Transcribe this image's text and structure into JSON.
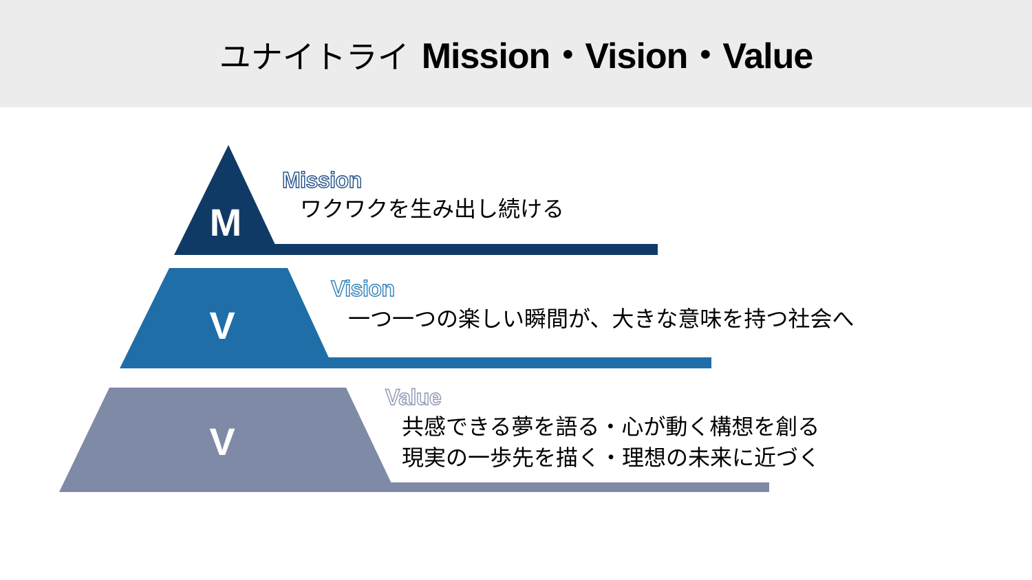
{
  "header": {
    "title_ja": "ユナイトライ",
    "title_en": "Mission・Vision・Value"
  },
  "colors": {
    "header_bg": "#ececec",
    "mission": "#0f3a66",
    "vision": "#1f6ea8",
    "value": "#7f8aa6"
  },
  "levels": [
    {
      "letter": "M",
      "label": "Mission",
      "lines": [
        "ワクワクを生み出し続ける"
      ]
    },
    {
      "letter": "V",
      "label": "Vision",
      "lines": [
        "一つ一つの楽しい瞬間が、大きな意味を持つ社会へ"
      ]
    },
    {
      "letter": "V",
      "label": "Value",
      "lines": [
        "共感できる夢を語る・心が動く構想を創る",
        "現実の一歩先を描く・理想の未来に近づく"
      ]
    }
  ]
}
